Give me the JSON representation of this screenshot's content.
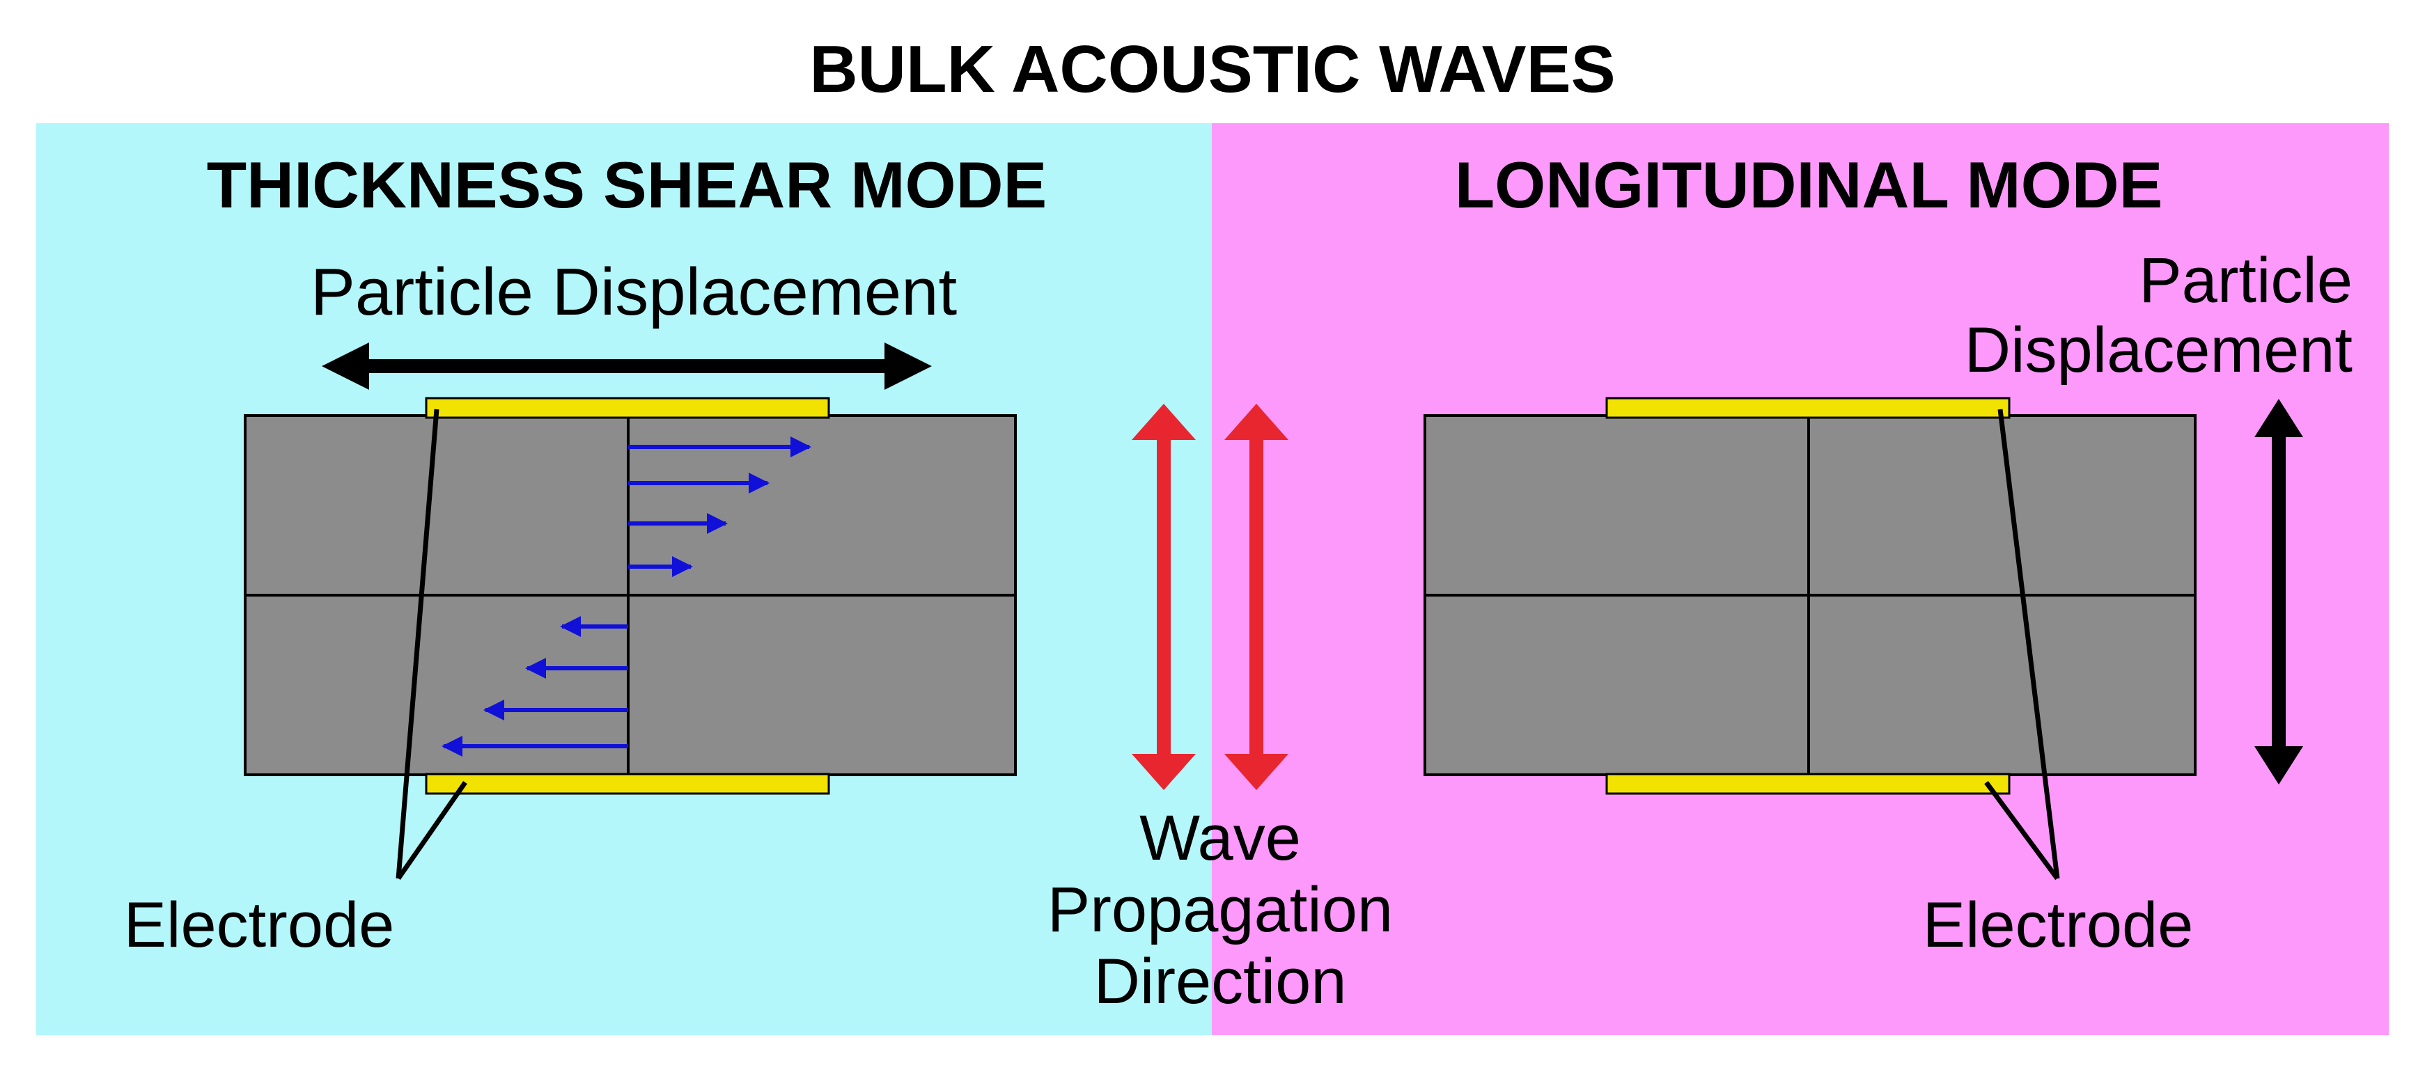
{
  "title": "BULK ACOUSTIC WAVES",
  "left_panel": {
    "heading": "THICKNESS SHEAR MODE",
    "displacement_label": "Particle Displacement",
    "electrode_label": "Electrode"
  },
  "right_panel": {
    "heading": "LONGITUDINAL MODE",
    "displacement_label_line1": "Particle",
    "displacement_label_line2": "Displacement",
    "electrode_label": "Electrode"
  },
  "center": {
    "wave_label_line1": "Wave",
    "wave_label_line2": "Propagation",
    "wave_label_line3": "Direction"
  },
  "colors": {
    "left_background": "#b3f7fb",
    "right_background": "#fd99fb",
    "crystal": "#8c8c8c",
    "electrode": "#f2e200",
    "shear_vectors": "#1010d8",
    "wave_arrows": "#e8262f",
    "displacement_arrows": "#000000"
  }
}
